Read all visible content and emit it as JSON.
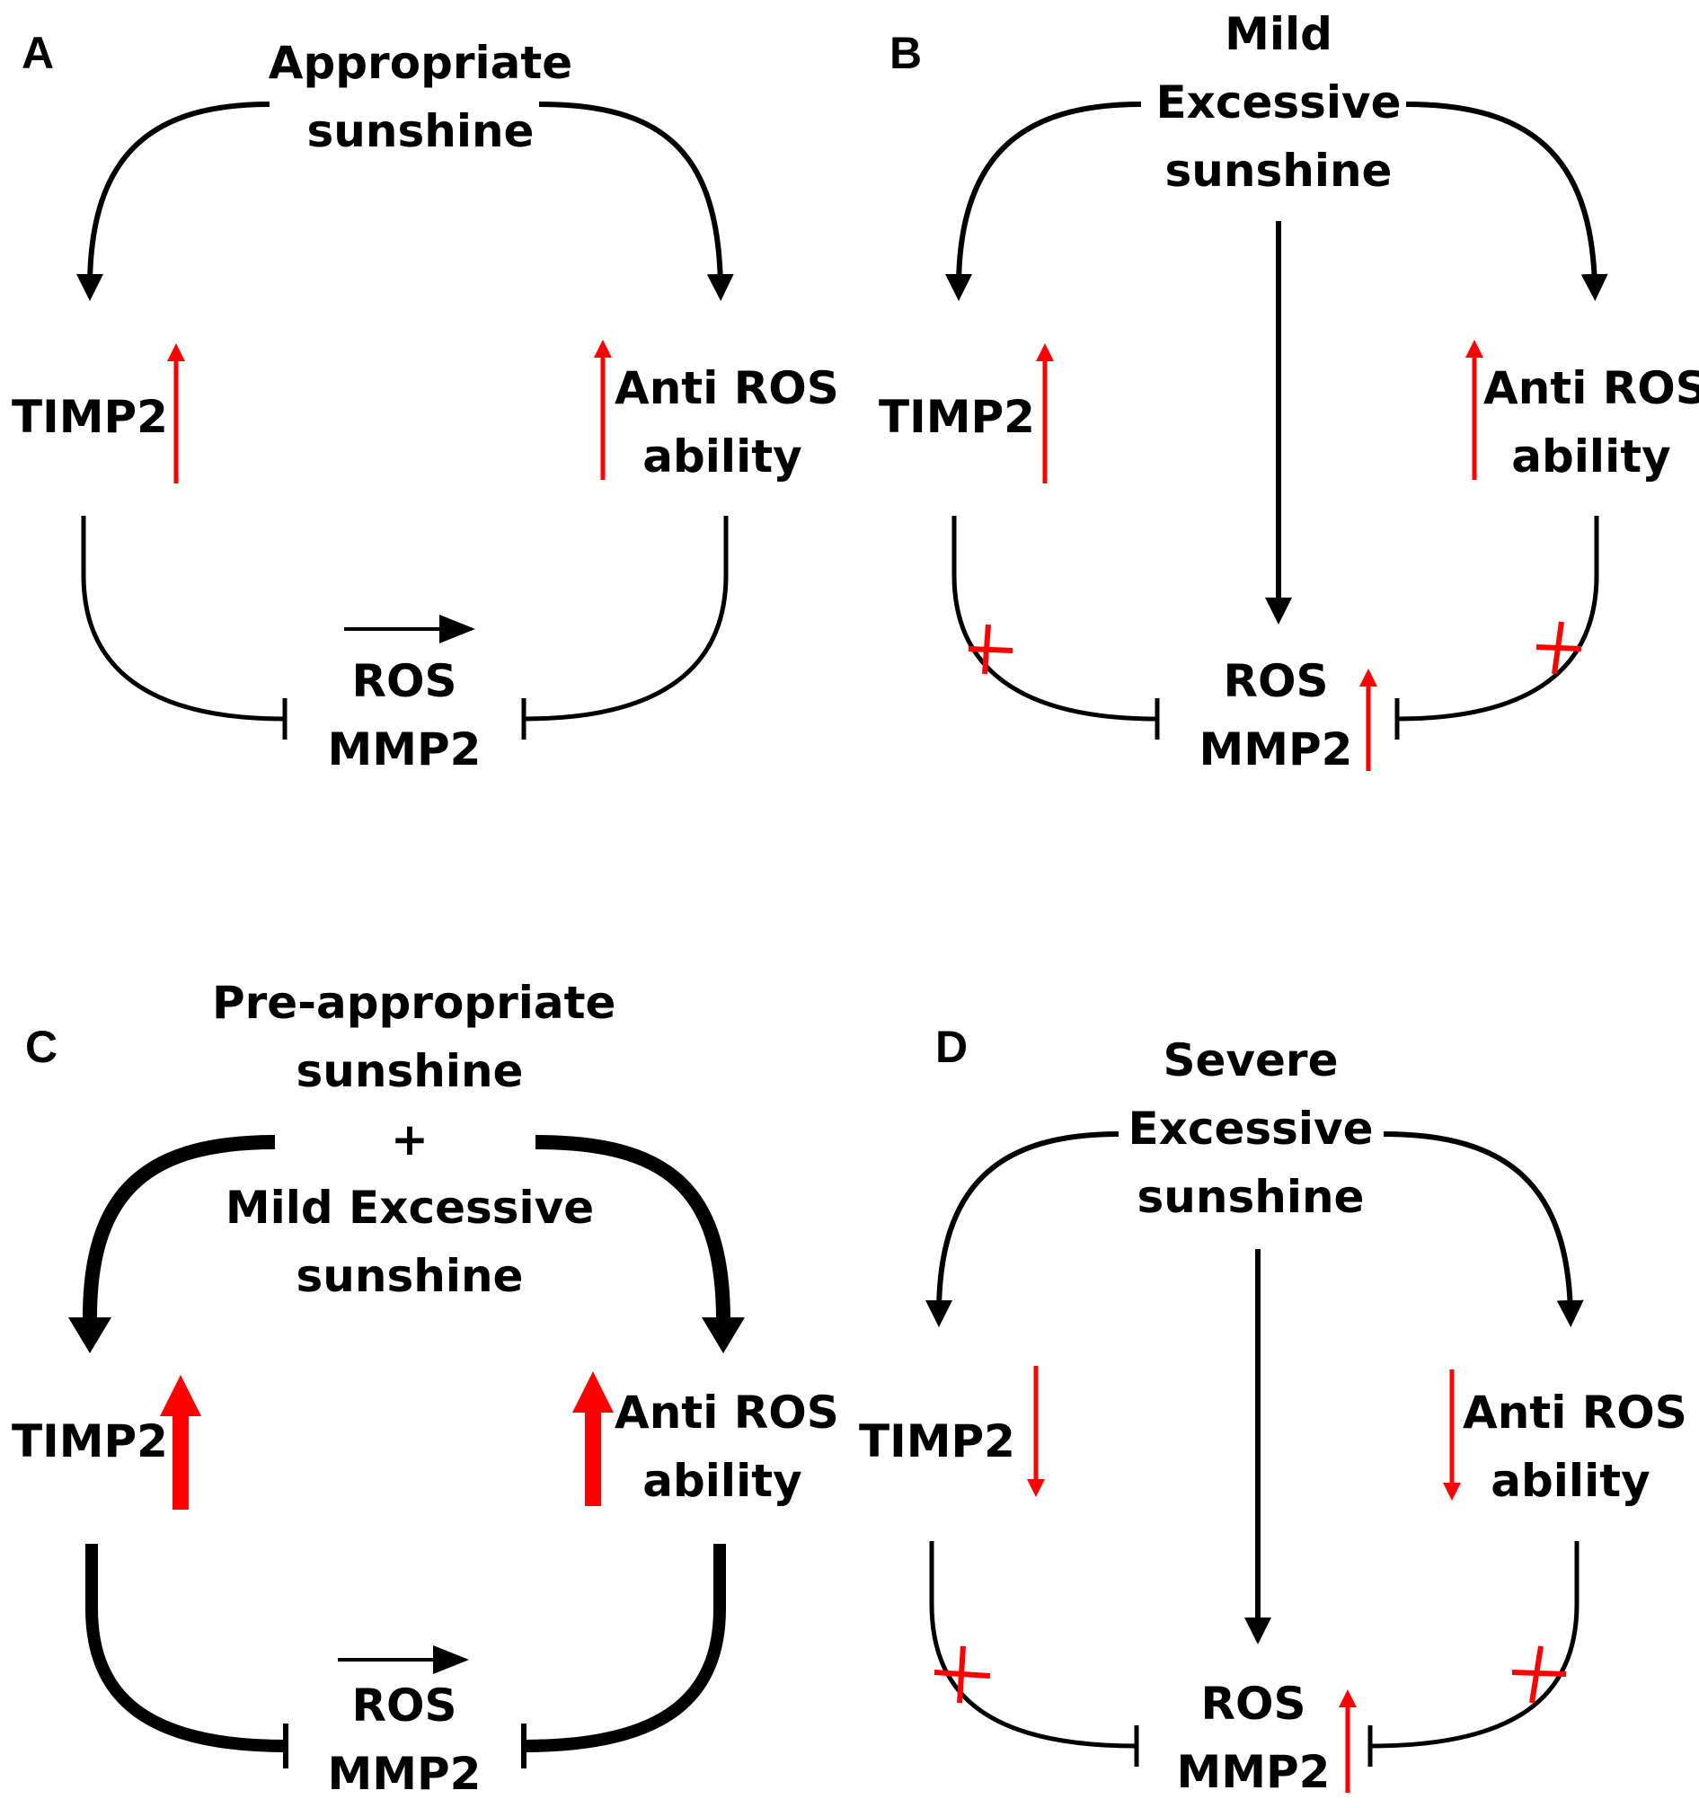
{
  "colors": {
    "ink": "#000000",
    "accent": "#ff0000",
    "background": "#ffffff"
  },
  "panels": {
    "a": {
      "letter": "A",
      "source_lines": [
        "Appropriate",
        "sunshine"
      ],
      "timp2": "TIMP2",
      "anti_ros_lines": [
        "Anti ROS",
        "ability"
      ],
      "target_lines": [
        "ROS",
        "MMP2"
      ]
    },
    "b": {
      "letter": "B",
      "source_lines": [
        "Mild",
        "Excessive",
        "sunshine"
      ],
      "timp2": "TIMP2",
      "anti_ros_lines": [
        "Anti ROS",
        "ability"
      ],
      "target_lines": [
        "ROS",
        "MMP2"
      ]
    },
    "c": {
      "letter": "C",
      "source_lines": [
        "Pre-appropriate",
        "sunshine",
        "+",
        "Mild Excessive",
        "sunshine"
      ],
      "timp2": "TIMP2",
      "anti_ros_lines": [
        "Anti ROS",
        "ability"
      ],
      "target_lines": [
        "ROS",
        "MMP2"
      ]
    },
    "d": {
      "letter": "D",
      "source_lines": [
        "Severe",
        "Excessive",
        "sunshine"
      ],
      "timp2": "TIMP2",
      "anti_ros_lines": [
        "Anti ROS",
        "ability"
      ],
      "target_lines": [
        "ROS",
        "MMP2"
      ]
    }
  }
}
